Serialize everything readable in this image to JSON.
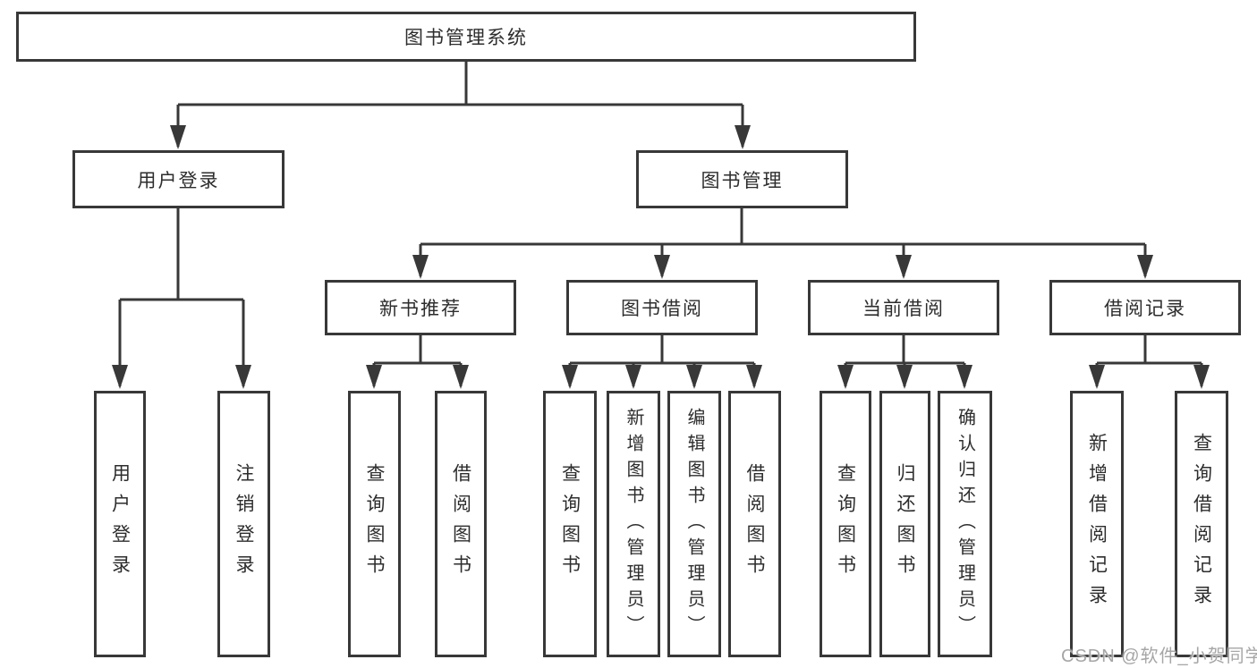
{
  "palette": {
    "background": "#ffffff",
    "line_color": "#383838",
    "box_border_color": "#383838",
    "text_color": "#2d2d2d",
    "watermark_color": "#9e9e9e"
  },
  "watermark": {
    "text": "CSDN @软件_小贺同学"
  },
  "tree": {
    "root": {
      "label": "图书管理系统",
      "children": [
        {
          "label": "用户登录",
          "children": [
            {
              "label": "用户登录"
            },
            {
              "label": "注销登录"
            }
          ]
        },
        {
          "label": "图书管理",
          "children": [
            {
              "label": "新书推荐",
              "children": [
                {
                  "label": "查询图书"
                },
                {
                  "label": "借阅图书"
                }
              ]
            },
            {
              "label": "图书借阅",
              "children": [
                {
                  "label": "查询图书"
                },
                {
                  "label": "新增图书（管理员）"
                },
                {
                  "label": "编辑图书（管理员）"
                },
                {
                  "label": "借阅图书"
                }
              ]
            },
            {
              "label": "当前借阅",
              "children": [
                {
                  "label": "查询图书"
                },
                {
                  "label": "归还图书"
                },
                {
                  "label": "确认归还（管理员）"
                }
              ]
            },
            {
              "label": "借阅记录",
              "children": [
                {
                  "label": "新增借阅记录"
                },
                {
                  "label": "查询借阅记录"
                }
              ]
            }
          ]
        }
      ]
    }
  }
}
